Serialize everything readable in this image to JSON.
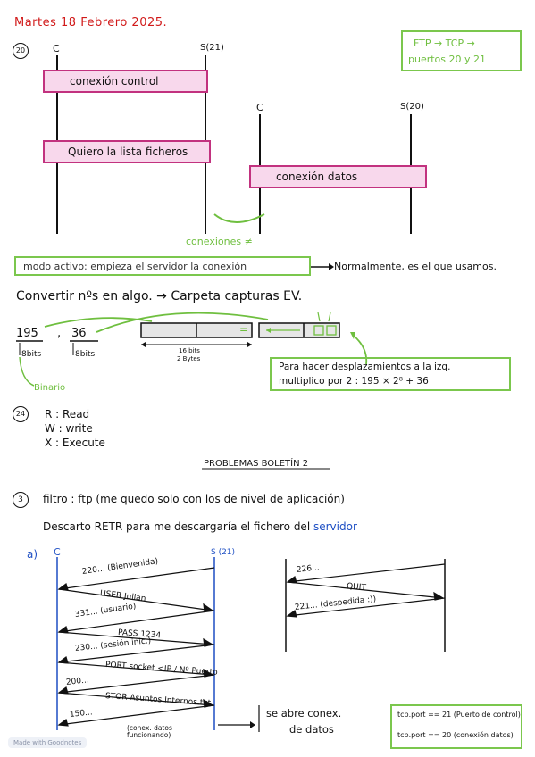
{
  "header": {
    "date": "Martes 18 Febrero 2025."
  },
  "ftp_section": {
    "number": "20",
    "client_label": "C",
    "server_label": "S(21)",
    "client2_label": "C",
    "server2_label": "S(20)",
    "box_control": "conexión control",
    "box_lista": "Quiero la lista ficheros",
    "box_datos": "conexión datos",
    "conexiones_note": "conexiones ≠",
    "ftp_note_line1": "FTP → TCP →",
    "ftp_note_line2": "puertos 20 y 21",
    "modo_activo": "modo activo: empieza el servidor la conexión",
    "normalmente": "Normalmente, es el que usamos."
  },
  "convertir": {
    "text": "Convertir nºs en algo. → Carpeta capturas EV.",
    "num1": "195",
    "comma": ",",
    "num2": "36",
    "bits1": "8bits",
    "bits2": "8bits",
    "binario": "Binario",
    "equals": "=",
    "bits16": "16 bits",
    "bytes2": "2 Bytes",
    "box_line1": "Para hacer desplazamientos a la izq.",
    "box_line2": "multiplico por 2  :  195 × 2⁸ + 36"
  },
  "permisos": {
    "number": "24",
    "r": "R : Read",
    "w": "W : write",
    "x": "X : Execute"
  },
  "problemas": {
    "title": "PROBLEMAS BOLETÍN 2",
    "number": "3",
    "filtro": "filtro : ftp (me quedo solo con los de nivel de aplicación)",
    "descarto_prefix": "Descarto RETR para me descargaría el fichero del",
    "descarto_word": "servidor",
    "part_a": "a)",
    "c_label": "C",
    "s_label": "S (21)",
    "messages": [
      "220... (Bienvenida)",
      "USER Julian",
      "331... (usuario)",
      "PASS 1234",
      "230... (sesión inic.)",
      "PORT socket <IP / Nº Puerto",
      "200...",
      "STOR Asuntos Internos.txt",
      "150..."
    ],
    "right_messages": [
      "226...",
      "QUIT",
      "221... (despedida :))"
    ],
    "conex_note": "(conex. datos funcionando)",
    "abre_line1": "se abre conex.",
    "abre_line2": "de datos",
    "tcp_note1": "tcp.port == 21 (Puerto de control)",
    "tcp_note2": "tcp.port == 20 (conexión datos)"
  },
  "footer": {
    "brand": "Made with Goodnotes"
  }
}
